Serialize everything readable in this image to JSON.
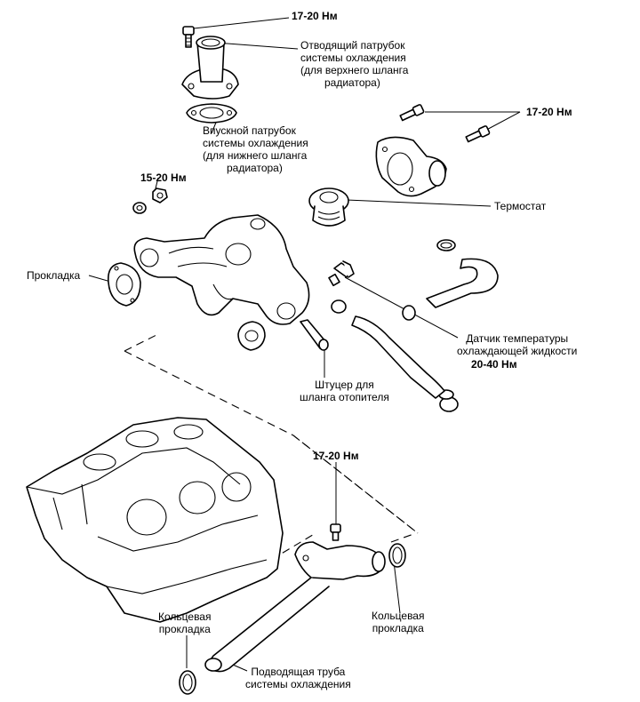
{
  "labels": {
    "top_torque": "17-20 Нм",
    "outlet_pipe": [
      "Отводящий патрубок",
      "системы охлаждения",
      "(для верхнего шланга",
      "радиатора)"
    ],
    "right_torque": "17-20 Нм",
    "inlet_pipe": [
      "Впускной патрубок",
      "системы охлаждения",
      "(для нижнего шланга",
      "радиатора)"
    ],
    "left_torque": "15-20 Нм",
    "thermostat": "Термостат",
    "gasket": "Прокладка",
    "sensor": [
      "Датчик температуры",
      "охлаждающей жидкости"
    ],
    "sensor_torque": "20-40 Нм",
    "heater_fitting": [
      "Штуцер для",
      "шланга отопителя"
    ],
    "bottom_torque": "17-20 Нм",
    "o_ring_left": [
      "Кольцевая",
      "прокладка"
    ],
    "o_ring_right": [
      "Кольцевая",
      "прокладка"
    ],
    "supply_pipe": [
      "Подводящая труба",
      "системы охлаждения"
    ]
  }
}
